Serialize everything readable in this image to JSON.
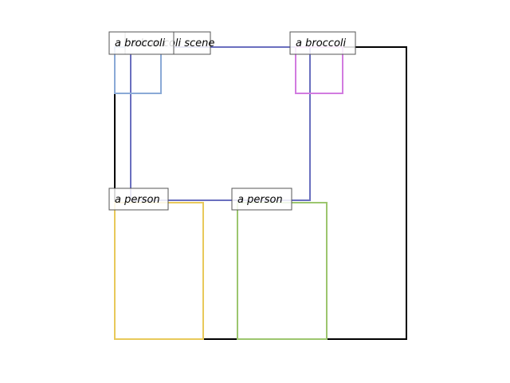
{
  "frame": {
    "color": "#000000"
  },
  "boxes": [
    {
      "id": "scene",
      "label": "a broccoli scene",
      "color": "#6a6fbf"
    },
    {
      "id": "broccoli1",
      "label": "a broccoli",
      "color": "#8aa9d6"
    },
    {
      "id": "broccoli2",
      "label": "a broccoli",
      "color": "#d27be0"
    },
    {
      "id": "person1",
      "label": "a person",
      "color": "#e8c95a"
    },
    {
      "id": "person2",
      "label": "a person",
      "color": "#9cc66e"
    }
  ]
}
